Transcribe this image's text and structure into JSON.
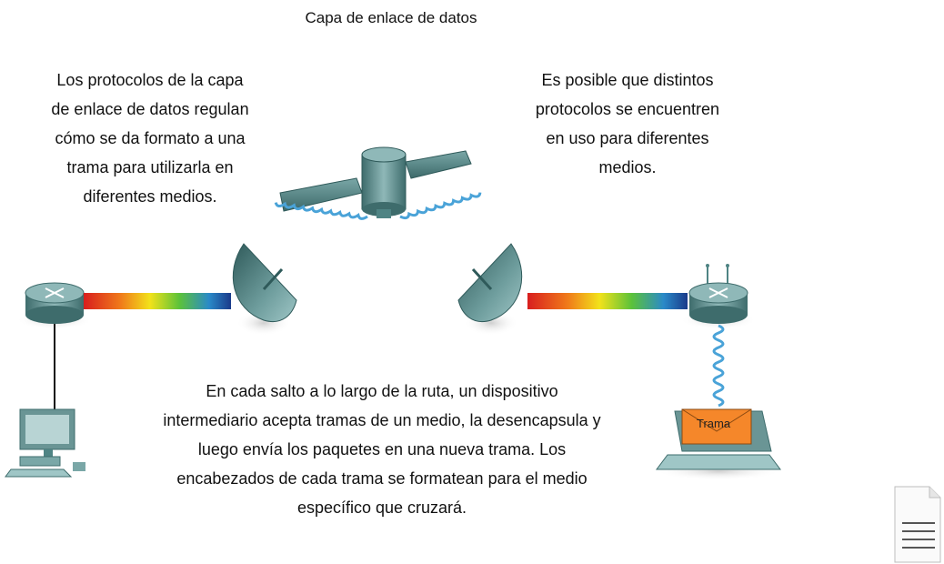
{
  "title": "Capa de enlace de datos",
  "left_text": [
    "Los protocolos de la capa",
    "de enlace de datos regulan",
    "cómo se da formato a una",
    "trama para utilizarla en",
    "diferentes medios."
  ],
  "right_text": [
    "Es posible que distintos",
    "protocolos se encuentren",
    "en uso para diferentes",
    "medios."
  ],
  "bottom_text": [
    "En cada salto a lo largo de la ruta, un dispositivo",
    "intermediario acepta tramas de un medio, la desencapsula y",
    "luego envía los paquetes en una nueva trama. Los",
    "encabezados de cada trama se formatean para el medio",
    "específico que cruzará."
  ],
  "frame_label": "Trama",
  "icons": [
    "router-icon",
    "satellite-icon",
    "satellite-dish-icon",
    "desktop-computer-icon",
    "laptop-icon",
    "envelope-icon",
    "document-icon"
  ],
  "colors": {
    "device_teal": "#4f8484",
    "envelope_orange": "#f5872a",
    "signal_blue": "#4aa3d8"
  }
}
